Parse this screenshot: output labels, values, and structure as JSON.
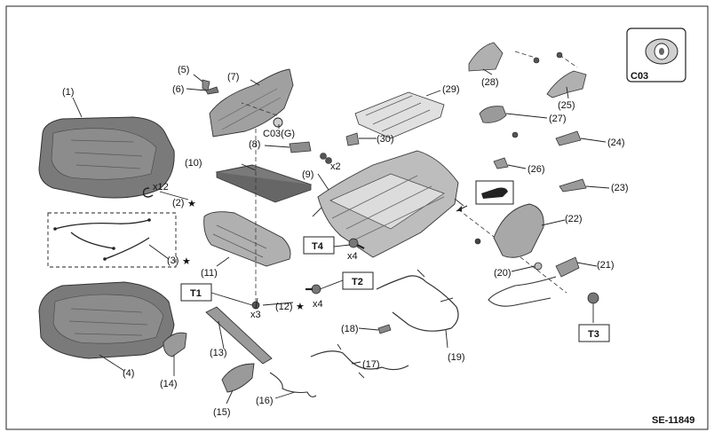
{
  "diagram": {
    "code": "SE-11849",
    "inset_code": "C03",
    "callouts": {
      "p1": "(1)",
      "p2": "(2)",
      "p3": "(3)",
      "p4": "(4)",
      "p5": "(5)",
      "p6": "(6)",
      "p7": "(7)",
      "p8": "(8)",
      "p9": "(9)",
      "p10": "(10)",
      "p11": "(11)",
      "p12": "(12)",
      "p13": "(13)",
      "p14": "(14)",
      "p15": "(15)",
      "p16": "(16)",
      "p17": "(17)",
      "p18": "(18)",
      "p19": "(19)",
      "p20": "(20)",
      "p21": "(21)",
      "p22": "(22)",
      "p23": "(23)",
      "p24": "(24)",
      "p25": "(25)",
      "p26": "(26)",
      "p27": "(27)",
      "p28": "(28)",
      "p29": "(29)",
      "p30": "(30)"
    },
    "quantities": {
      "q12": "x12",
      "q2": "x2",
      "q4a": "x4",
      "q4b": "x4",
      "q3": "x3"
    },
    "clip_label": "C03(G)",
    "star": "★",
    "torques": {
      "t1": "T1",
      "t2": "T2",
      "t3": "T3",
      "t4": "T4"
    }
  }
}
